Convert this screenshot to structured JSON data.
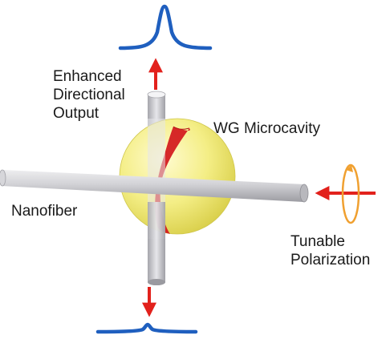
{
  "labels": {
    "output_line1": "Enhanced",
    "output_line2": "Directional",
    "output_line3": "Output",
    "cavity": "WG Microcavity",
    "nanofiber": "Nanofiber",
    "polarization_line1": "Tunable",
    "polarization_line2": "Polarization"
  },
  "colors": {
    "spectrum": "#1f5fbf",
    "arrow": "#e2211c",
    "cavity_fill": "#f2ec78",
    "cavity_mode": "#d3171c",
    "fiber": "#c8c8cc",
    "polarization_ring": "#f0a030"
  }
}
